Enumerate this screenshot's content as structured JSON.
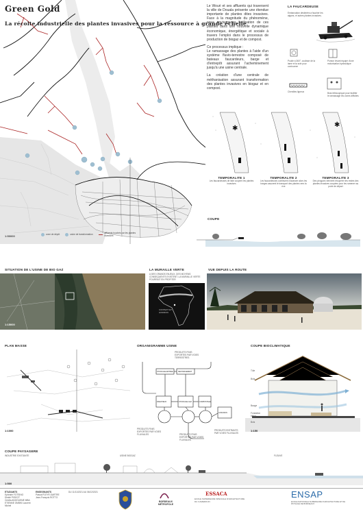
{
  "header": {
    "title": "Green Gold",
    "subtitle": "La récolte industrielle des plantes invasives pour la ressource à grande échelle"
  },
  "map_main": {
    "scale": "1:50000",
    "legend": [
      {
        "label": "zone de dépôt",
        "color": "#8fb5c9"
      },
      {
        "label": "usine de transformation",
        "color": "#8fb5c9"
      },
      {
        "label": "affluents touchés par les plantes invasives",
        "color": "#a33"
      }
    ]
  },
  "intro": {
    "paragraph1": "Le Wouri et ses affluents qui traversent la ville de Douala présente une étendue importante de plantes dites invasives. Face à la magnitude du phénomène, nous envisageons l'utilisation de ces plantes dans une nouvelle dynamique économique, énergétique et sociale à travers l'emploi dans le processus de production de biogaz et de compost.",
    "paragraph2_title": "Ce processus implique :",
    "paragraph2": "Le ramassage des plantes à l'aide d'un système fluvio-terrestre composé de bateaux faucardeurs, barge et d'entrepôt assurant l'acheminement jusqu'à une usine centrale.",
    "paragraph3": "La création d'une centrale de méthanisation assurant transformation des plantes invasives en biogaz et en compost."
  },
  "faucardeuse": {
    "title": "LA FAUCARDEUSE",
    "caption": "Embarcation destinées à faucher les algues, et autres plantes invasives.",
    "labels": [
      "Poulie à 360°, coulisse de la lame et la scie pour contourner",
      "Ponton levant équipé d'une motorisation hydraulique",
      "Chenilles ligneux",
      "Bras télescopique pour faciliter le ramassage les zones difficiles"
    ]
  },
  "temporalites": [
    {
      "title": "TEMPORALITE 1",
      "caption": "Les faucardeuses de liste coupent les plantes invasives"
    },
    {
      "title": "TEMPORALITE 2",
      "caption": "Les faucardeuses continuent d'avancer alors les barges assurent le transport des plantes vers la rive"
    },
    {
      "title": "TEMPORALITE 3",
      "caption": "Des pirogues viennent récupérer les restes des plantes invasives coupées pour les ramener au point de départ"
    }
  ],
  "coupe_top": {
    "title": "COUPE"
  },
  "situation": {
    "title": "SITUATION DE L'USINE DE BIO GAZ",
    "scale": "1:15000"
  },
  "muraille": {
    "title": "LA MURAILLE VERTE",
    "text": "A DES GRANDS ENJEUX, DES MOYENS CONSEQUENTS EXISTENT. LA MURAILLE VERTE POURRAIT EN PROFITER",
    "map_label": "CONTEXT ET HORIZON"
  },
  "vue": {
    "title": "VUE DEPUIS LA ROUTE"
  },
  "plan_masse": {
    "title": "PLAN MASSE",
    "scale": "1:1000"
  },
  "organigramme": {
    "title": "ORGANIGRAMME USINE",
    "boxes": [
      "STOCKAGE ENTREE",
      "DECHARGEMENT",
      "DIGESTEUR",
      "STOCKAGE GAZ",
      "COMPOSTAGE",
      "LIVRAISON"
    ],
    "labels": [
      "PRODUITS FINIS EXPORTES PAR VOIES TERRESTRES",
      "PRODUITS FINIS EXPORTES PAR VOIES FLUVIALES",
      "PRODUITS FINIS EXPORTES PAR VOIES FLUVIALES",
      "PRODUITS ENTRANTS PAR VOIES FLUVIALES"
    ]
  },
  "bioclimatique": {
    "title": "COUPE BIOCLIMATIQUE",
    "scale": "1:150",
    "labels": [
      "Tôle",
      "Bois",
      "Bauge",
      "Fondation béton",
      "Bois"
    ]
  },
  "paysagere": {
    "title": "COUPE PAYSAGERE",
    "scale": "1:500",
    "labels": [
      "INDUSTRIE EXISTANTE",
      "USINE BIOGAZ",
      "FLEUVE"
    ]
  },
  "footer": {
    "students_title": "ETUDIANTS",
    "students": [
      "Ephraïm FOTSING",
      "Dimitri PIGEOT",
      "Cécilia ANGOUEME MBA",
      "ETIENNE OMBIKI Laurent Michel"
    ],
    "supervisors_title": "ENSEIGNANTS",
    "supervisors": [
      "Pascal FLEYR-SARTRE",
      "Jean-François ROTTO"
    ],
    "dates": "DU 11/11/2021 AU 06/12/2021",
    "logo2": "BORDEAUX MÉTROPOLE",
    "logo3": "ESSACA",
    "logo3_sub": "ECOLE SUPERIEURE SPECIALE D'ARCHITECTURE DU CAMEROUN",
    "logo4": "ENSAP",
    "logo4_sub": "ECOLE NATIONALE SUPERIEURE D'ARCHITECTURE ET DE PAYSAGE DE BORDEAUX"
  }
}
